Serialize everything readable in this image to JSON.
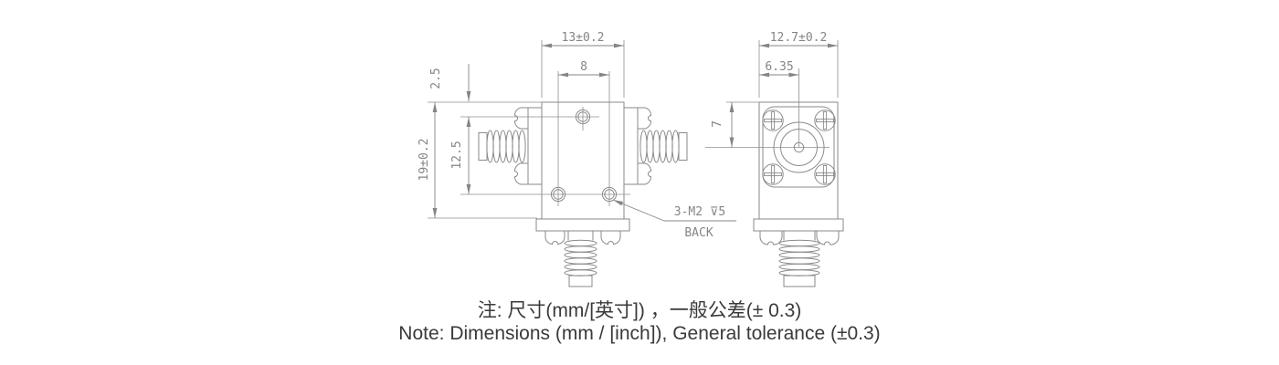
{
  "drawing": {
    "front_view": {
      "dim_width": "13±0.2",
      "dim_hole_spacing": "8",
      "dim_top_offset": "2.5",
      "dim_height": "19±0.2",
      "dim_hole_vertical": "12.5",
      "tapped_hole_note": "3-M2 ⊽5",
      "tapped_hole_side": "BACK"
    },
    "side_view": {
      "dim_width": "12.7±0.2",
      "dim_center_offset": "6.35",
      "dim_top_to_center": "7"
    }
  },
  "notes": {
    "line_cn": "注: 尺寸(mm/[英寸]) ，一般公差(± 0.3)",
    "line_en": "Note: Dimensions (mm / [inch]), General tolerance (±0.3)"
  },
  "colors": {
    "line": "#8a8a8a",
    "dim_text": "#858585",
    "note_text": "#3a3a3a"
  }
}
